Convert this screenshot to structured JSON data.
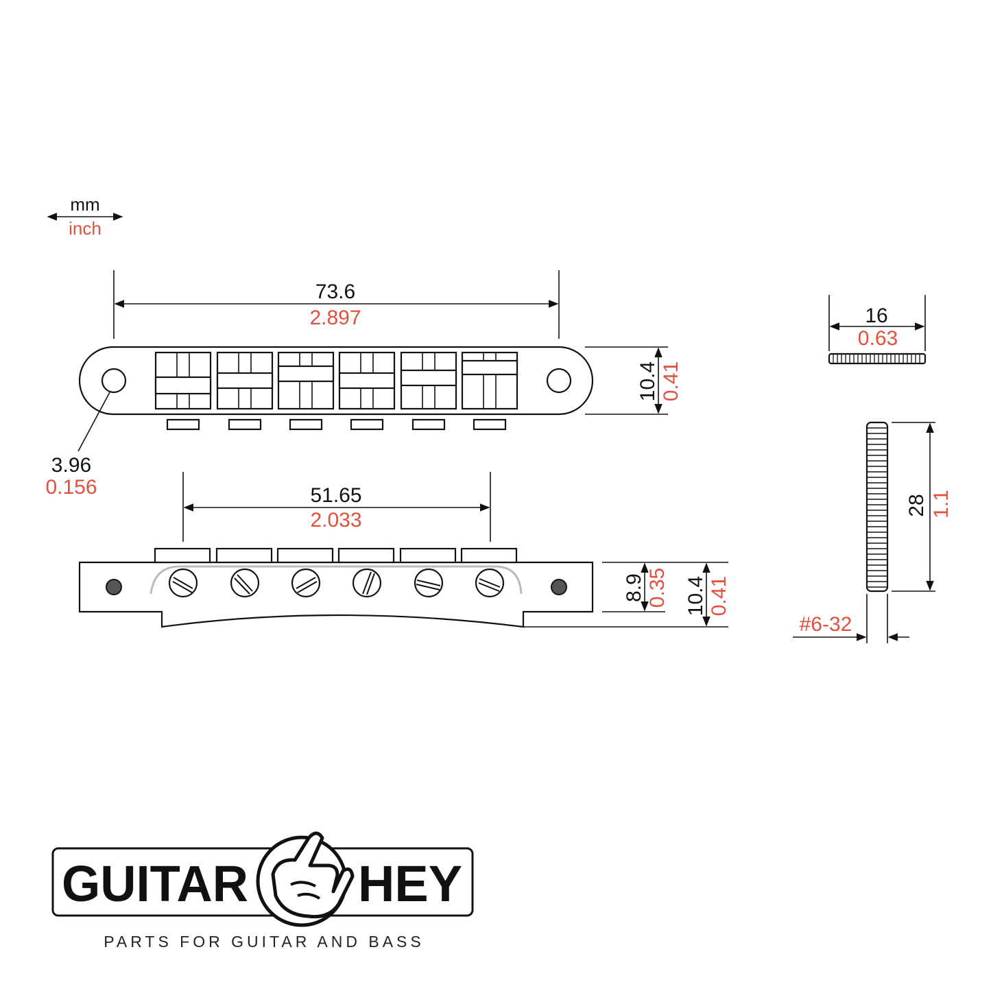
{
  "units": {
    "primary": "mm",
    "secondary": "inch"
  },
  "colors": {
    "metric": "#111111",
    "imperial": "#e0503c"
  },
  "top_view": {
    "overall_length": {
      "mm": "73.6",
      "inch": "2.897"
    },
    "height": {
      "mm": "10.4",
      "inch": "0.41"
    },
    "post_hole": {
      "mm": "3.96",
      "inch": "0.156"
    }
  },
  "front_view": {
    "string_spacing": {
      "mm": "51.65",
      "inch": "2.033"
    },
    "saddle_height": {
      "mm": "8.9",
      "inch": "0.35"
    },
    "body_height": {
      "mm": "10.4",
      "inch": "0.41"
    }
  },
  "thumbwheel": {
    "diameter": {
      "mm": "16",
      "inch": "0.63"
    }
  },
  "stud": {
    "length": {
      "mm": "28",
      "inch": "1.1"
    },
    "thread": "#6-32"
  },
  "brand": {
    "left": "GUITAR",
    "right": "HEY",
    "tagline": "PARTS FOR GUITAR AND BASS",
    "icon": "rock-hand-icon"
  }
}
